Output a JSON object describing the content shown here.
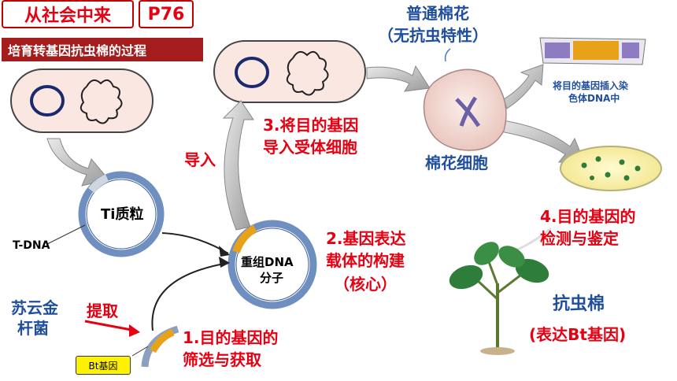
{
  "header": {
    "title": "从社会中来",
    "page_ref": "P76",
    "subtitle": "培育转基因抗虫棉的过程"
  },
  "labels": {
    "ti_plasmid": "Ti质粒",
    "t_dna": "T-DNA",
    "recombinant_line1": "重组DNA",
    "recombinant_line2": "分子",
    "bacterium_line1": "苏云金",
    "bacterium_line2": "杆菌",
    "extract": "提取",
    "bt_gene": "Bt基因",
    "import": "导入",
    "normal_cotton": "普通棉花",
    "normal_cotton_note": "（无抗虫特性）",
    "cotton_cell": "棉花细胞",
    "insert_line1": "将目的基因插入染",
    "insert_line2": "色体DNA中",
    "resistant_cotton": "抗虫棉",
    "resistant_note": "(表达Bt基因)"
  },
  "steps": {
    "step1_line1": "1.目的基因的",
    "step1_line2": "筛选与获取",
    "step2_line1": "2.基因表达",
    "step2_line2": "载体的构建",
    "step2_line3": "（核心）",
    "step3_line1": "3.将目的基因",
    "step3_line2": "导入受体细胞",
    "step4_line1": "4.目的基因的",
    "step4_line2": "检测与鉴定"
  },
  "colors": {
    "title_red": "#e60012",
    "label_blue": "#1f4e9c",
    "banner": "#a51c1c",
    "gene_orange": "#e8a21a",
    "plasmid_blue": "#6e8fbf",
    "cell_pink": "#f6dcd6",
    "leaf_green": "#2f7d3a"
  }
}
